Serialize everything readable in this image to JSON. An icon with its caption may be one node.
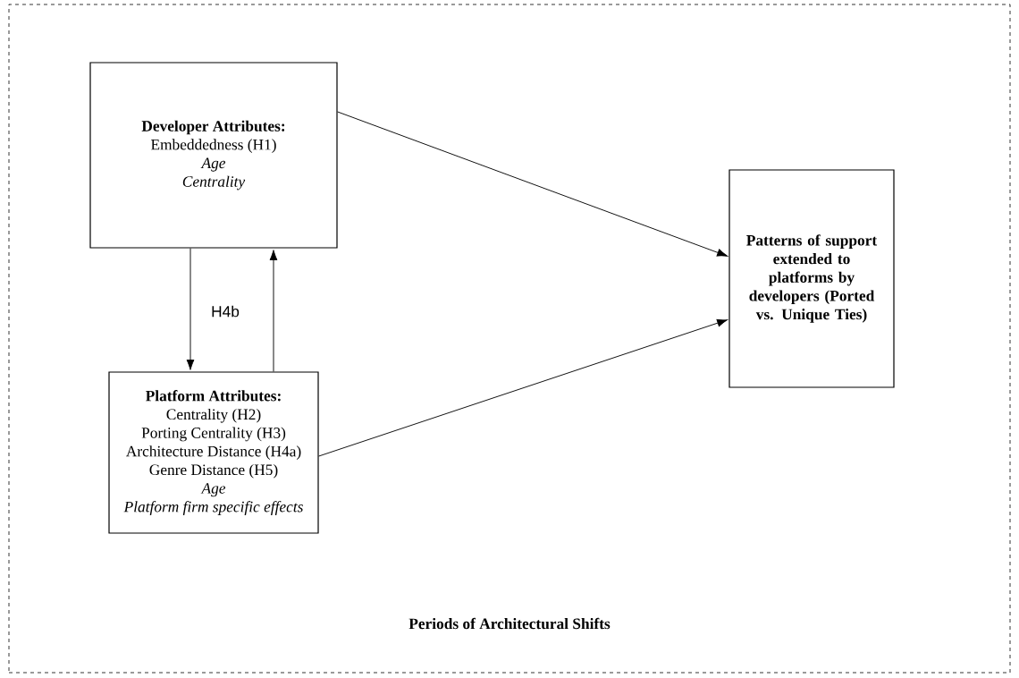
{
  "diagram": {
    "nodes": [
      {
        "text": [
          "Periods of Architectural Shifts"
        ]
      },
      {
        "text": [
          "Developer Attributes:",
          "Embeddedness (H1)",
          "Age",
          "Centrality"
        ],
        "in": 0
      },
      {
        "text": [
          "Platform Attributes:",
          "Centrality (H2)",
          "Porting Centrality (H3)",
          "Architecture Distance (H4a)",
          "Genre Distance (H5)",
          "Age",
          "Platform firm specific effects"
        ],
        "in": 0
      },
      {
        "text": [
          "Patterns of support extended to platforms by developers (Ported vs. Unique Ties)"
        ],
        "in": 0
      }
    ],
    "edges": [
      {
        "from": 1,
        "to": 2,
        "arrow": "to",
        "label": "H4b"
      },
      {
        "from": 2,
        "to": 1,
        "arrow": "to"
      },
      {
        "from": 1,
        "to": 3,
        "arrow": "to"
      },
      {
        "from": 2,
        "to": 3,
        "arrow": "to"
      }
    ]
  }
}
